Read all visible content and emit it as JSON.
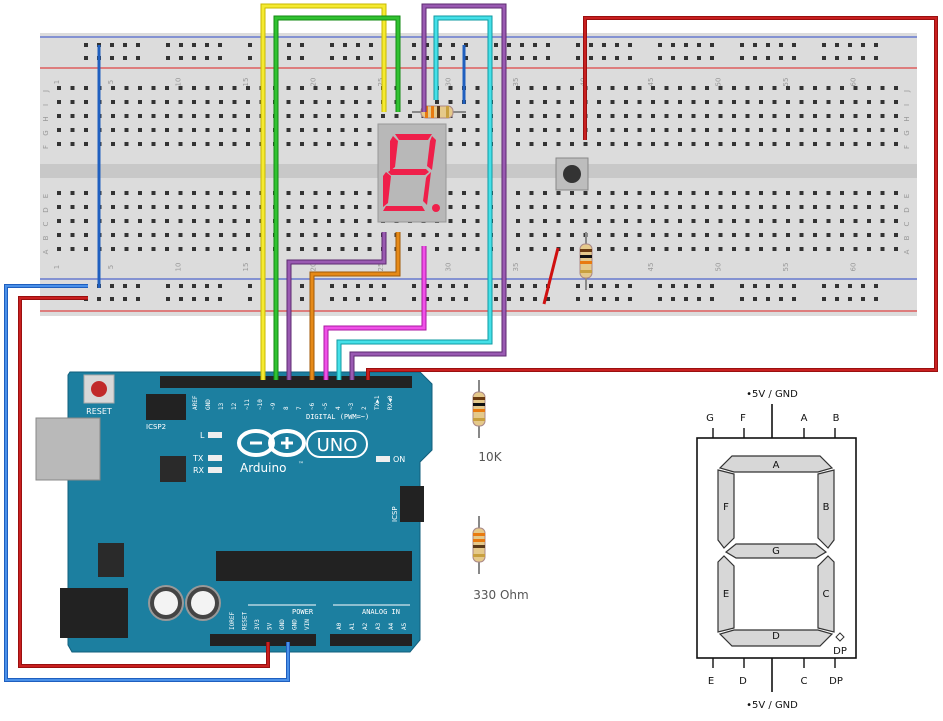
{
  "breadboard": {
    "column_numbers": [
      "1",
      "5",
      "10",
      "15",
      "20",
      "25",
      "30",
      "35",
      "40",
      "45",
      "50",
      "55",
      "60"
    ],
    "row_letters_top": [
      "J",
      "I",
      "H",
      "G",
      "F"
    ],
    "row_letters_bottom": [
      "E",
      "D",
      "C",
      "B",
      "A"
    ]
  },
  "display": {
    "digit": "8."
  },
  "arduino": {
    "reset_label": "RESET",
    "icsp2_label": "ICSP2",
    "l_label": "L",
    "tx_label": "TX",
    "rx_label": "RX",
    "on_label": "ON",
    "logo_text": "Arduino",
    "tm": "™",
    "uno_label": "UNO",
    "icsp_label": "ICSP",
    "digital_label": "DIGITAL (PWM=~)",
    "power_label": "POWER",
    "analog_label": "ANALOG IN",
    "digital_pins": [
      "AREF",
      "GND",
      "13",
      "12",
      "~11",
      "~10",
      "~9",
      "8",
      "7",
      "~6",
      "~5",
      "4",
      "~3",
      "2",
      "TX▶1",
      "RX◀0"
    ],
    "power_pins": [
      "IOREF",
      "RESET",
      "3V3",
      "5V",
      "GND",
      "GND",
      "VIN"
    ],
    "analog_pins": [
      "A0",
      "A1",
      "A2",
      "A3",
      "A4",
      "A5"
    ]
  },
  "resistor_legend": [
    {
      "label": "10K"
    },
    {
      "label": "330 Ohm"
    }
  ],
  "segment_diagram": {
    "top_label": "•5V / GND",
    "bottom_label": "•5V / GND",
    "top_pins": [
      "G",
      "F",
      "A",
      "B"
    ],
    "bottom_pins": [
      "E",
      "D",
      "C",
      "DP"
    ],
    "segments": {
      "a": "A",
      "b": "B",
      "c": "C",
      "d": "D",
      "e": "E",
      "f": "F",
      "g": "G",
      "dp": "DP"
    }
  },
  "colors": {
    "breadboard": "#d9d9d9",
    "rail_red": "#cc2a2a",
    "rail_blue": "#2a55cc",
    "hole_green": "#3da84a",
    "arduino_blue": "#1b7b99",
    "wire_red": "#b01010",
    "wire_blue": "#2a6fd0",
    "wire_yellow": "#f0e020",
    "wire_green": "#27b027",
    "wire_purple": "#8a4aa0",
    "wire_orange": "#d97a10",
    "wire_magenta": "#e03ad8",
    "wire_cyan": "#30d0d8",
    "segment_red": "#f0204a"
  }
}
